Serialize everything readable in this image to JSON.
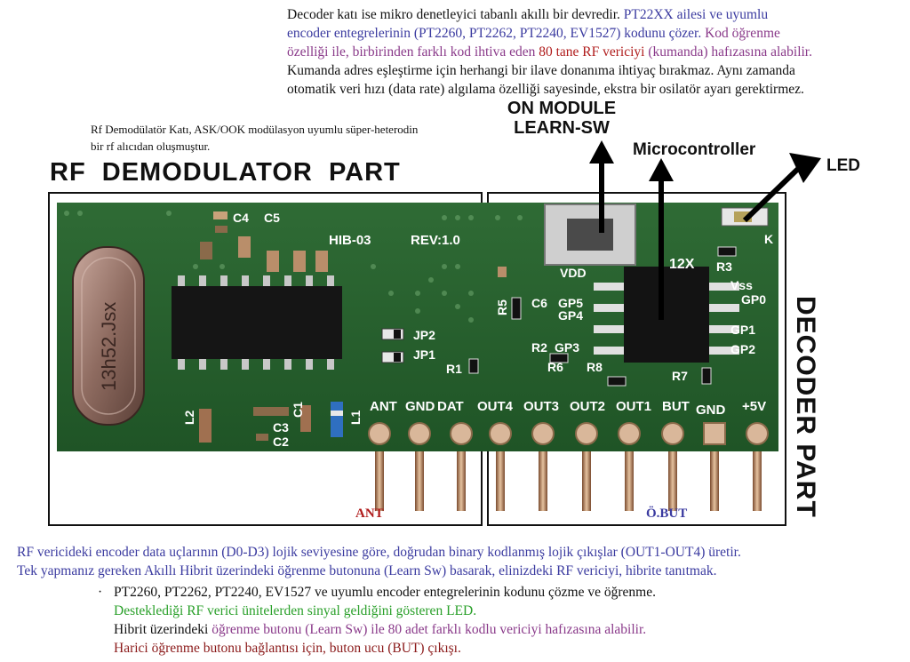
{
  "top_paragraph": {
    "p1": "Decoder katı ise mikro denetleyici tabanlı akıllı bir devredir.",
    "p2": " PT22XX ailesi ve uyumlu",
    "p3": "encoder entegrelerinin (PT2260, PT2262, PT2240, EV1527) kodunu çözer.",
    "p4": " Kod öğrenme",
    "p5": "özelliği ile, birbirinden farklı kod ihtiva eden",
    "p6": " 80 tane RF vericiyi",
    "p7": " (kumanda) hafızasına alabilir.",
    "p8": "Kumanda adres eşleştirme için herhangi bir ilave donanıma ihtiyaç bırakmaz. Aynı zamanda",
    "p9": "otomatik veri hızı (data rate) algılama özelliği sayesinde, ekstra bir osilatör ayarı gerektirmez."
  },
  "rf_note": "Rf Demodülatör Katı, ASK/OOK modülasyon uyumlu süper-heterodin bir rf alıcıdan oluşmuştur.",
  "labels": {
    "rf_part": "RF  DEMODULATOR  PART",
    "decoder_part": "DECODER PART",
    "on_module_1": "ON MODULE",
    "on_module_2": "LEARN-SW",
    "microcontroller": "Microcontroller",
    "led": "LED",
    "ant": "ANT",
    "obut": "Ö.BUT"
  },
  "board": {
    "crystal": "13h52.Jsx",
    "model": "HIB-03",
    "rev": "REV:1.0",
    "vdd": "VDD",
    "chip": "12X",
    "caps": [
      "C4",
      "C5",
      "C1",
      "C3",
      "C2"
    ],
    "parts": [
      "L2",
      "L1",
      "JP2",
      "JP1",
      "R1",
      "R5",
      "C6",
      "GP5",
      "GP4",
      "R2",
      "GP3",
      "R6",
      "R8",
      "R3",
      "Vss",
      "GP0",
      "GP1",
      "GP2",
      "R7",
      "K"
    ],
    "pins": [
      "ANT",
      "GND",
      "DAT",
      "OUT4",
      "OUT3",
      "OUT2",
      "OUT1",
      "BUT",
      "GND",
      "+5V"
    ]
  },
  "bottom": {
    "line1": "RF vericideki encoder data uçlarının (D0-D3) lojik seviyesine göre, doğrudan binary kodlanmış lojik çıkışlar (OUT1-OUT4) üretir.",
    "line2": "Tek yapmanız gereken Akıllı Hibrit üzerindeki öğrenme butonuna (Learn Sw) basarak, elinizdeki RF vericiyi, hibrite tanıtmak.",
    "bullet": "·",
    "b1": "PT2260, PT2262, PT2240, EV1527 ve uyumlu encoder entegrelerinin kodunu çözme ve öğrenme.",
    "b2": "Desteklediği RF verici ünitelerden sinyal geldiğini gösteren LED.",
    "b3a": "Hibrit üzerindeki",
    "b3b": " öğrenme butonu (Learn Sw) ile 80 adet farklı kodlu vericiyi hafızasına alabilir.",
    "b4": "Harici öğrenme butonu bağlantısı için, buton ucu (BUT) çıkışı."
  }
}
